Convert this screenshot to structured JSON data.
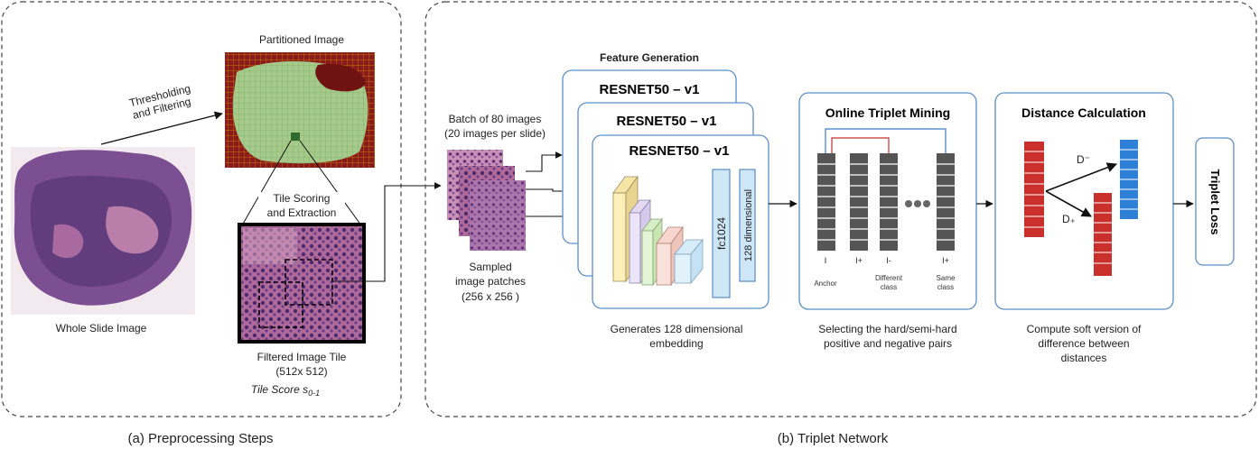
{
  "preprocessing": {
    "partitioned_label": "Partitioned Image",
    "thresholding_line1": "Thresholding",
    "thresholding_line2": "and Filtering",
    "tile_scoring_line1": "Tile Scoring",
    "tile_scoring_line2": "and Extraction",
    "wsi_label": "Whole Slide Image",
    "tile_label_line1": "Filtered Image Tile",
    "tile_label_line2": "(512x 512)",
    "tile_score_text": "Tile Score s",
    "tile_score_sub": "0-1",
    "caption": "(a) Preprocessing Steps"
  },
  "triplet": {
    "batch_line1": "Batch of 80 images",
    "batch_line2": "(20 images per slide)",
    "sampled_line1": "Sampled",
    "sampled_line2": "image patches",
    "sampled_line3": "(256 x 256 )",
    "feature_generation": "Feature Generation",
    "resnet_label": "RESNET50 – v1",
    "fc_label": "fc1024",
    "dim_label": "128 dimensional",
    "generates_line1": "Generates 128 dimensional",
    "generates_line2": "embedding",
    "mining_title": "Online Triplet Mining",
    "mining_labels": {
      "anchor_top": "I",
      "anchor_bottom": "Anchor",
      "pos": "I+",
      "diff_top": "I-",
      "diff_bottom_line1": "Different",
      "diff_bottom_line2": "class",
      "same_top": "I+",
      "same_bottom_line1": "Same",
      "same_bottom_line2": "class"
    },
    "mining_desc_line1": "Selecting the hard/semi-hard",
    "mining_desc_line2": "positive and negative pairs",
    "distance_title": "Distance Calculation",
    "d_minus": "D⁻",
    "d_plus": "D₊",
    "distance_desc_line1": "Compute soft version of",
    "distance_desc_line2": "difference between",
    "distance_desc_line3": "distances",
    "loss_label": "Triplet Loss",
    "caption": "(b) Triplet Network"
  },
  "colors": {
    "resnet_border": "#5b8fc9",
    "mining_block": "#555555",
    "anchor_vec": "#c9302c",
    "pos_vec": "#2e7fd6",
    "fc_fill": "#cfe6f7"
  }
}
